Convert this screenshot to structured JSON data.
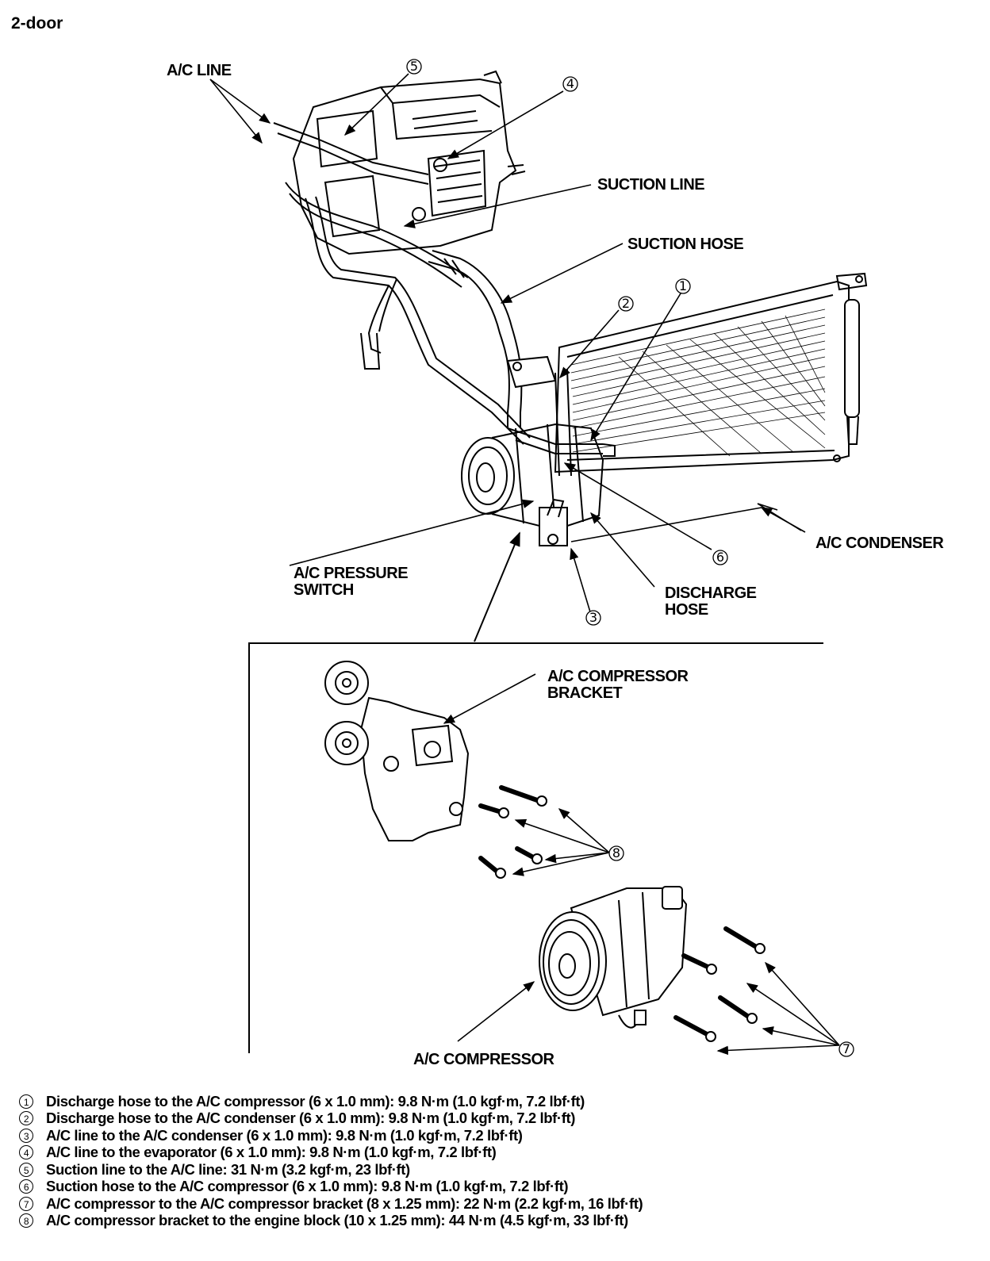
{
  "title": "2-door",
  "labels": {
    "ac_line": "A/C LINE",
    "suction_line": "SUCTION LINE",
    "suction_hose": "SUCTION HOSE",
    "ac_condenser": "A/C CONDENSER",
    "ac_pressure_switch_l1": "A/C PRESSURE",
    "ac_pressure_switch_l2": "SWITCH",
    "discharge_hose_l1": "DISCHARGE",
    "discharge_hose_l2": "HOSE",
    "ac_compressor_bracket_l1": "A/C COMPRESSOR",
    "ac_compressor_bracket_l2": "BRACKET",
    "ac_compressor": "A/C COMPRESSOR"
  },
  "callouts": {
    "c1": "1",
    "c2": "2",
    "c3": "3",
    "c4": "4",
    "c5": "5",
    "c6": "6",
    "c7": "7",
    "c8": "8"
  },
  "legend": [
    {
      "num": "1",
      "text": "Discharge hose to the A/C compressor (6 x 1.0 mm): 9.8 N·m (1.0 kgf·m, 7.2 lbf·ft)"
    },
    {
      "num": "2",
      "text": "Discharge hose to the A/C condenser (6 x 1.0 mm): 9.8 N·m (1.0 kgf·m, 7.2 lbf·ft)"
    },
    {
      "num": "3",
      "text": "A/C line to the A/C condenser (6 x 1.0 mm): 9.8 N·m (1.0 kgf·m, 7.2 lbf·ft)"
    },
    {
      "num": "4",
      "text": "A/C line to the evaporator (6 x 1.0 mm): 9.8 N·m (1.0 kgf·m, 7.2 lbf·ft)"
    },
    {
      "num": "5",
      "text": "Suction line to the A/C line: 31 N·m (3.2 kgf·m, 23 lbf·ft)"
    },
    {
      "num": "6",
      "text": "Suction hose to the A/C compressor (6 x 1.0 mm): 9.8 N·m (1.0 kgf·m, 7.2 lbf·ft)"
    },
    {
      "num": "7",
      "text": "A/C compressor to the A/C compressor bracket (8 x 1.25 mm): 22 N·m (2.2 kgf·m, 16 lbf·ft)"
    },
    {
      "num": "8",
      "text": "A/C compressor bracket to the engine block (10 x 1.25 mm): 44 N·m (4.5 kgf·m, 33 lbf·ft)"
    }
  ]
}
